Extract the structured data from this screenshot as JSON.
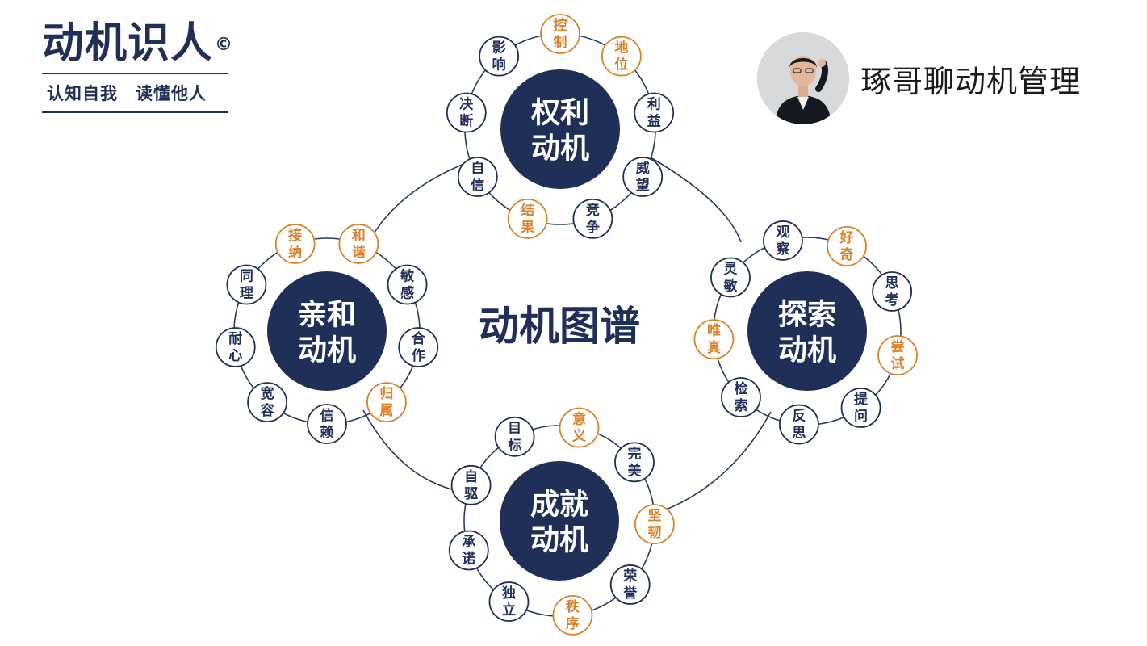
{
  "brand": {
    "title": "动机识人",
    "mark": "©",
    "tagline": "认知自我　读懂他人"
  },
  "presenter": {
    "name": "琢哥聊动机管理"
  },
  "colors": {
    "navy": "#1f2f57",
    "orange": "#d9822b",
    "node_fill": "#ffffff",
    "ring": "#2a3a5e"
  },
  "diagram": {
    "center_label": "动机图谱",
    "clusters": [
      {
        "id": "power",
        "center_lines": [
          "权利",
          "动机"
        ],
        "traits": [
          {
            "lines": [
              "控",
              "制"
            ],
            "highlight": true
          },
          {
            "lines": [
              "地",
              "位"
            ],
            "highlight": true
          },
          {
            "lines": [
              "利",
              "益"
            ],
            "highlight": false
          },
          {
            "lines": [
              "威",
              "望"
            ],
            "highlight": false
          },
          {
            "lines": [
              "竞",
              "争"
            ],
            "highlight": false
          },
          {
            "lines": [
              "结",
              "果"
            ],
            "highlight": true
          },
          {
            "lines": [
              "自",
              "信"
            ],
            "highlight": false
          },
          {
            "lines": [
              "决",
              "断"
            ],
            "highlight": false
          },
          {
            "lines": [
              "影",
              "响"
            ],
            "highlight": false
          }
        ]
      },
      {
        "id": "affiliation",
        "center_lines": [
          "亲和",
          "动机"
        ],
        "traits": [
          {
            "lines": [
              "和",
              "谐"
            ],
            "highlight": true
          },
          {
            "lines": [
              "敏",
              "感"
            ],
            "highlight": false
          },
          {
            "lines": [
              "合",
              "作"
            ],
            "highlight": false
          },
          {
            "lines": [
              "归",
              "属"
            ],
            "highlight": true
          },
          {
            "lines": [
              "信",
              "赖"
            ],
            "highlight": false
          },
          {
            "lines": [
              "宽",
              "容"
            ],
            "highlight": false
          },
          {
            "lines": [
              "耐",
              "心"
            ],
            "highlight": false
          },
          {
            "lines": [
              "同",
              "理"
            ],
            "highlight": false
          },
          {
            "lines": [
              "接",
              "纳"
            ],
            "highlight": true
          }
        ]
      },
      {
        "id": "exploration",
        "center_lines": [
          "探索",
          "动机"
        ],
        "traits": [
          {
            "lines": [
              "好",
              "奇"
            ],
            "highlight": true
          },
          {
            "lines": [
              "思",
              "考"
            ],
            "highlight": false
          },
          {
            "lines": [
              "尝",
              "试"
            ],
            "highlight": true
          },
          {
            "lines": [
              "提",
              "问"
            ],
            "highlight": false
          },
          {
            "lines": [
              "反",
              "思"
            ],
            "highlight": false
          },
          {
            "lines": [
              "检",
              "索"
            ],
            "highlight": false
          },
          {
            "lines": [
              "唯",
              "真"
            ],
            "highlight": true
          },
          {
            "lines": [
              "灵",
              "敏"
            ],
            "highlight": false
          },
          {
            "lines": [
              "观",
              "察"
            ],
            "highlight": false
          }
        ]
      },
      {
        "id": "achievement",
        "center_lines": [
          "成就",
          "动机"
        ],
        "traits": [
          {
            "lines": [
              "意",
              "义"
            ],
            "highlight": true
          },
          {
            "lines": [
              "完",
              "美"
            ],
            "highlight": false
          },
          {
            "lines": [
              "坚",
              "韧"
            ],
            "highlight": true
          },
          {
            "lines": [
              "荣",
              "誉"
            ],
            "highlight": false
          },
          {
            "lines": [
              "秩",
              "序"
            ],
            "highlight": true
          },
          {
            "lines": [
              "独",
              "立"
            ],
            "highlight": false
          },
          {
            "lines": [
              "承",
              "诺"
            ],
            "highlight": false
          },
          {
            "lines": [
              "自",
              "驱"
            ],
            "highlight": false
          },
          {
            "lines": [
              "目",
              "标"
            ],
            "highlight": false
          }
        ]
      }
    ]
  }
}
